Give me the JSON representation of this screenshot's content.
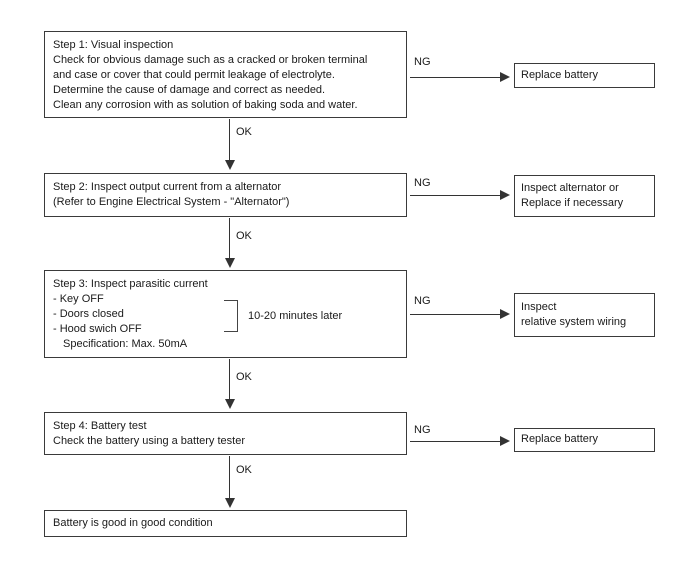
{
  "page": {
    "background_color": "#ffffff",
    "line_color": "#333333",
    "text_color": "#1a1a1a",
    "box_border_color": "#3a3a3a"
  },
  "labels": {
    "ok": "OK",
    "ng": "NG"
  },
  "steps": [
    {
      "name": "step-1",
      "lines": [
        "Step 1: Visual inspection",
        "Check for obvious damage such as a cracked or broken terminal",
        "and case or cover that could permit leakage of electrolyte.",
        "Determine the cause of damage and correct as needed.",
        "Clean any corrosion with as solution of baking soda and water."
      ]
    },
    {
      "name": "step-2",
      "lines": [
        "Step 2: Inspect output current from a alternator",
        "(Refer to Engine Electrical System - \"Alternator\")"
      ]
    },
    {
      "name": "step-3",
      "lines": [
        "Step 3: Inspect parasitic current",
        "- Key OFF",
        "- Doors closed",
        "- Hood swich OFF",
        "Specification: Max. 50mA"
      ],
      "annotation": "10-20 minutes later"
    },
    {
      "name": "step-4",
      "lines": [
        "Step 4: Battery test",
        "Check the battery using a battery tester"
      ]
    },
    {
      "name": "result",
      "lines": [
        "Battery is good in good condition"
      ]
    }
  ],
  "ng_actions": [
    {
      "lines": [
        "Replace battery"
      ]
    },
    {
      "lines": [
        "Inspect alternator or",
        "Replace if necessary"
      ]
    },
    {
      "lines": [
        "Inspect",
        "relative system wiring"
      ]
    },
    {
      "lines": [
        "Replace battery"
      ]
    }
  ]
}
